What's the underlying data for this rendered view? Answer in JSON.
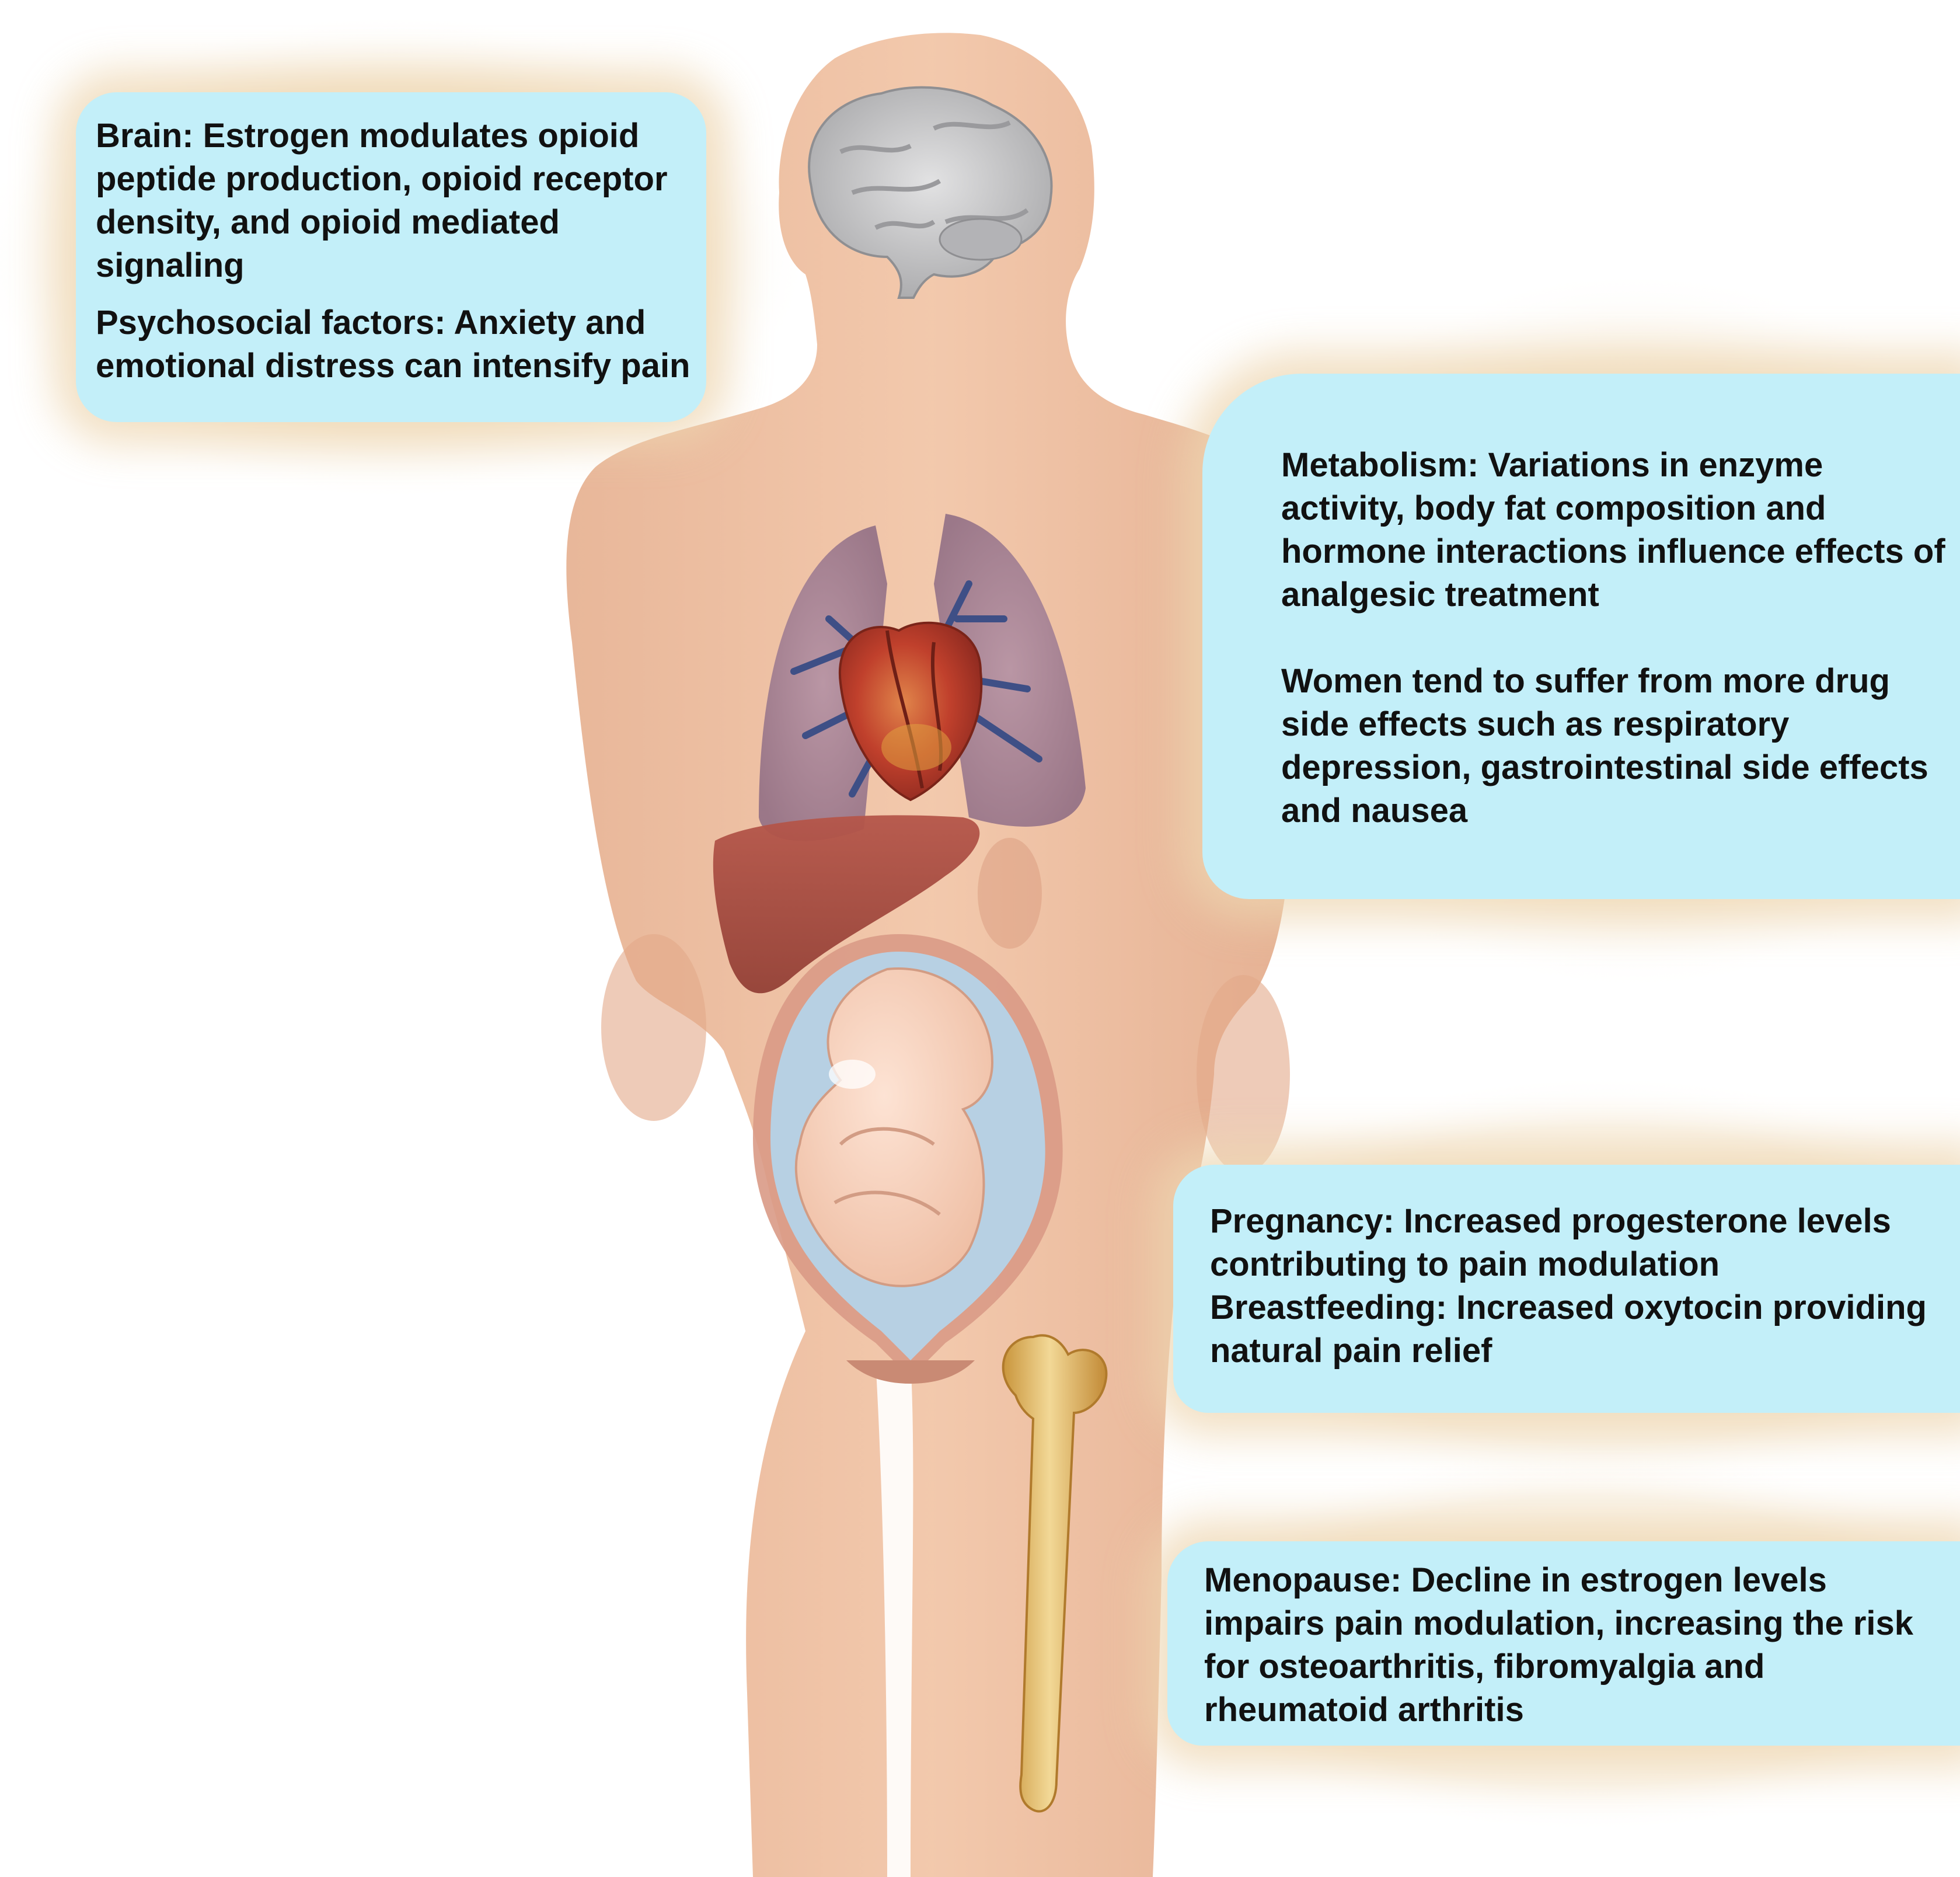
{
  "callouts": {
    "brain": "Brain: Estrogen modulates opioid peptide production, opioid receptor density, and opioid mediated signaling",
    "psychosocial": "Psychosocial factors: Anxiety and emotional distress can intensify pain",
    "metabolism": "Metabolism: Variations in enzyme activity,  body fat composition and hormone interactions influence effects of analgesic treatment",
    "side_effects": "Women tend to suffer from more drug side effects such as respiratory depression, gastrointestinal side effects and nausea",
    "pregnancy": "Pregnancy: Increased progesterone levels contributing to pain modulation",
    "breastfeeding": "Breastfeeding: Increased oxytocin providing natural pain relief",
    "menopause": "Menopause: Decline in estrogen levels impairs pain modulation, increasing the risk for osteoarthritis, fibromyalgia and rheumatoid arthritis"
  },
  "colors": {
    "callout_fill": "#c3eff9",
    "callout_text": "#111111",
    "skin": "#efbf9f",
    "lung": "#9b7a92",
    "bronchi": "#3e4f86",
    "heart": "#b33a2a",
    "liver": "#a8493f",
    "amniotic": "#b7d0e3",
    "bone": "#e6c27a",
    "brain": "#c7c7c9"
  },
  "icons": [
    "brain-icon",
    "lungs-icon",
    "heart-icon",
    "liver-icon",
    "kidney-icon",
    "fetus-icon",
    "uterus-icon",
    "femur-bone-icon"
  ]
}
